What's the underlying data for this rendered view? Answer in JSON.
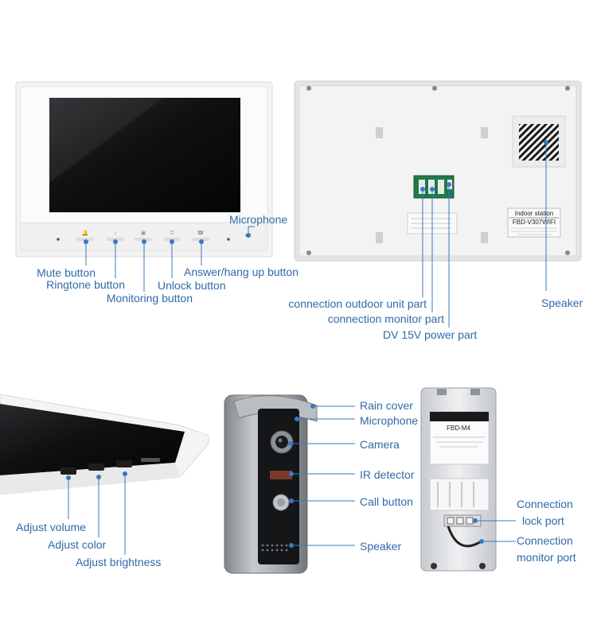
{
  "colors": {
    "callout": "#2f6aa8",
    "dot": "#3a78c0",
    "screen": "#0b0b0d",
    "panel_white": "#f2f2f2",
    "doorbell_silver": "#9aa0a6"
  },
  "indoor_front": {
    "labels": {
      "microphone": "Microphone",
      "mute_button": "Mute button",
      "ringtone_button": "Ringtone button",
      "monitoring_button": "Monitoring button",
      "unlock_button": "Unlock button",
      "answer_button": "Answer/hang up button"
    }
  },
  "indoor_back": {
    "sticker_title": "Indoor station",
    "model": "FBD-V307WIFI",
    "labels": {
      "outdoor_port": "connection outdoor unit part",
      "monitor_port": "connection monitor part",
      "power_port": "DV 15V power part",
      "speaker": "Speaker"
    }
  },
  "indoor_side": {
    "labels": {
      "volume": "Adjust volume",
      "color": "Adjust color",
      "brightness": "Adjust brightness"
    }
  },
  "doorbell": {
    "labels": {
      "rain_cover": "Rain cover",
      "microphone": "Microphone",
      "camera": "Camera",
      "ir_detector": "IR detector",
      "call_button": "Call button",
      "speaker": "Speaker"
    }
  },
  "doorbell_back": {
    "model": "FBD-M4",
    "labels": {
      "lock_port_1": "Connection",
      "lock_port_2": "lock port",
      "monitor_port_1": "Connection",
      "monitor_port_2": "monitor port"
    }
  }
}
